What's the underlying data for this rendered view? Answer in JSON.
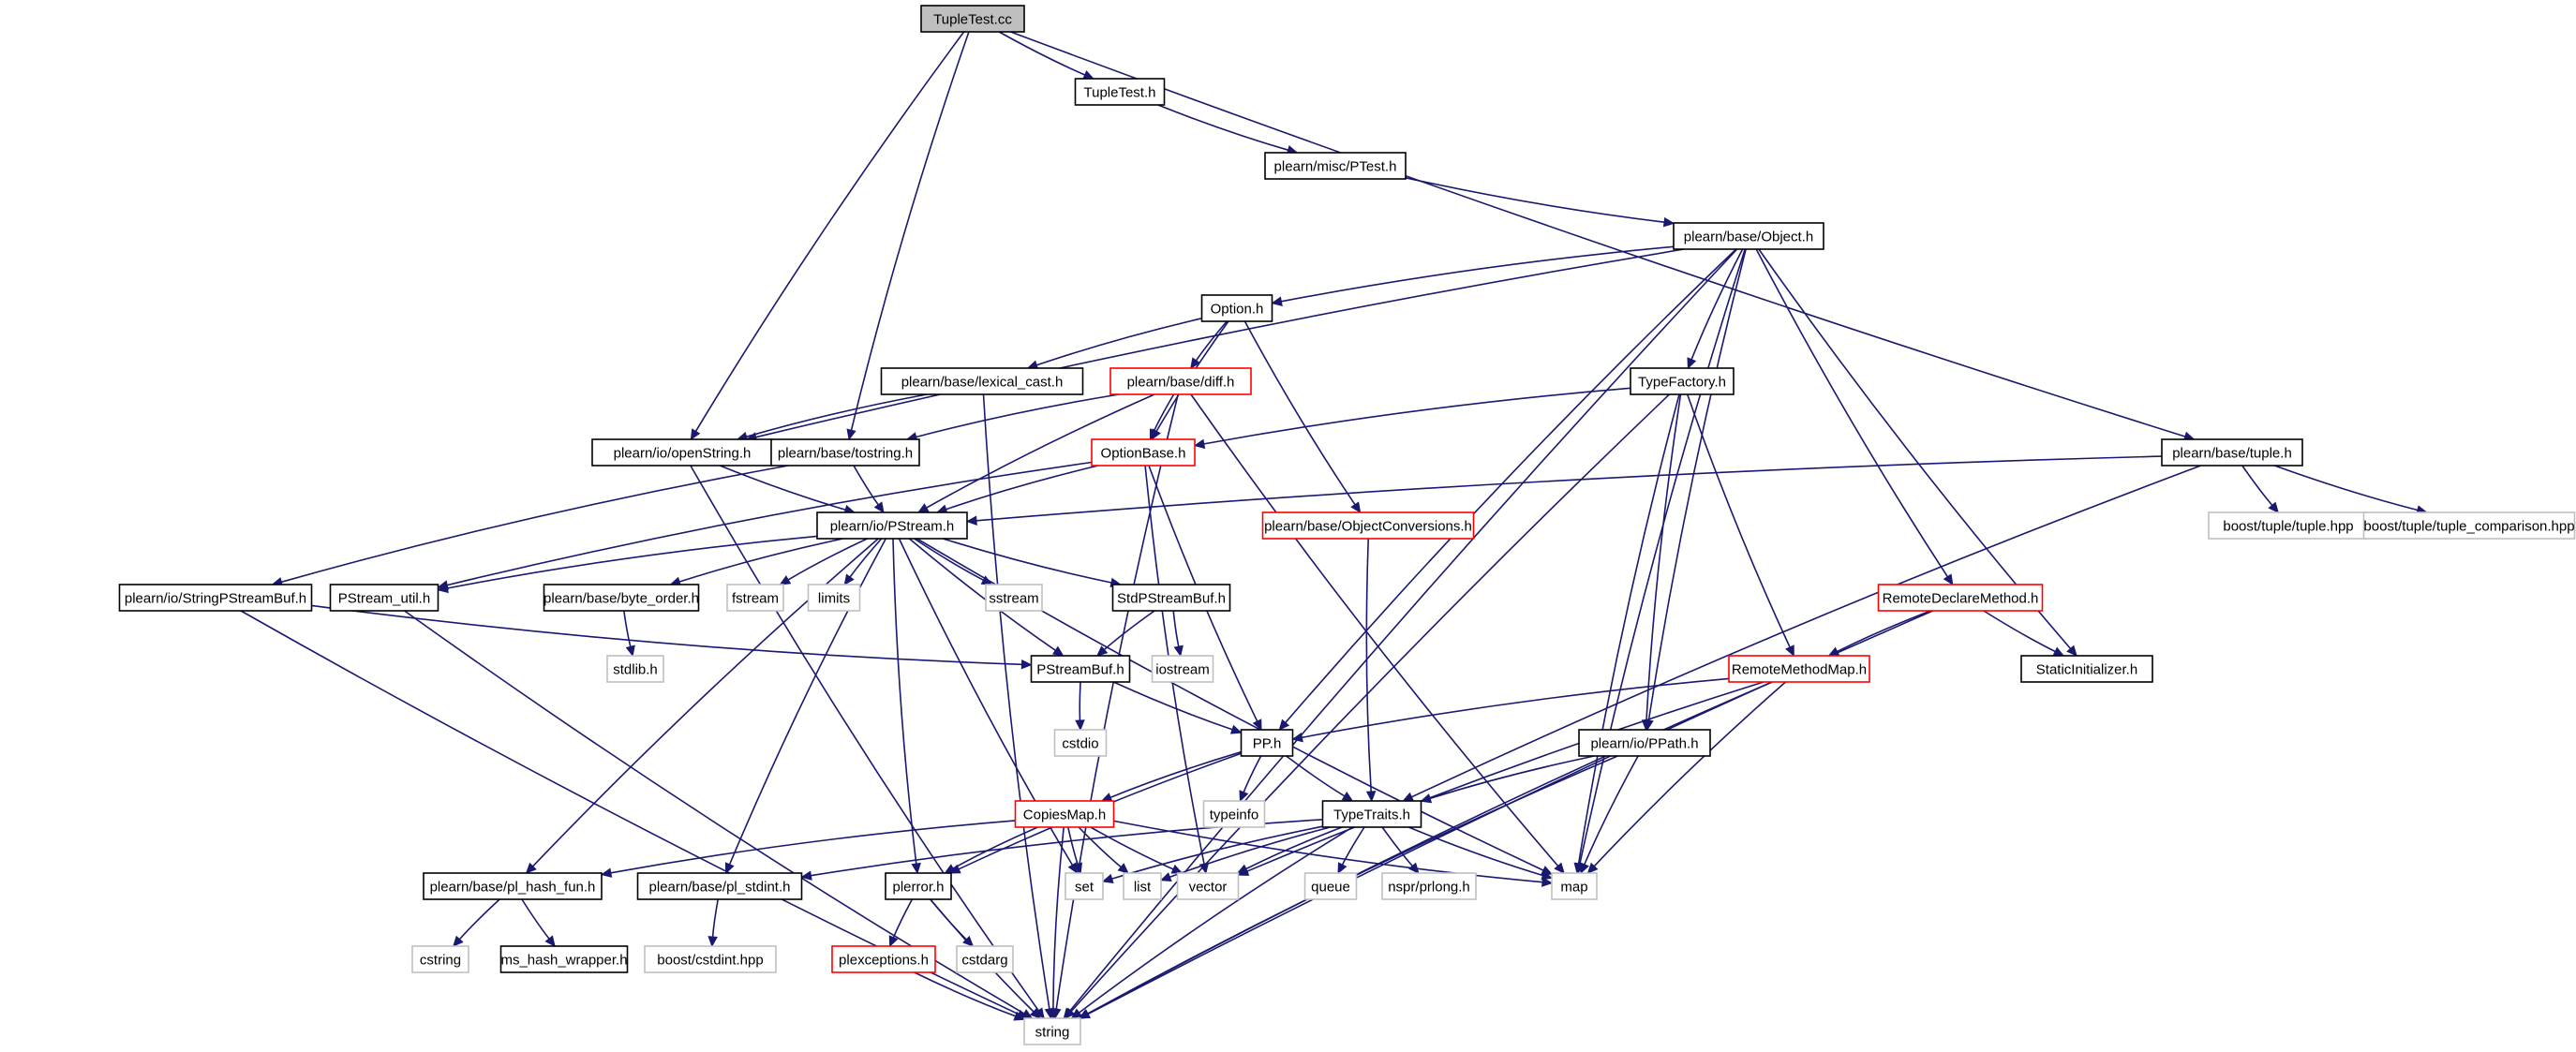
{
  "graph": {
    "styles": {
      "root": {
        "fill": "#bfbfbf",
        "stroke": "#000000",
        "text": "#000000"
      },
      "normal": {
        "fill": "#ffffff",
        "stroke": "#000000",
        "text": "#000000"
      },
      "red": {
        "fill": "#ffffff",
        "stroke": "#ff0000",
        "text": "#000000"
      },
      "external": {
        "fill": "#ffffff",
        "stroke": "#bfbfbf",
        "text": "#000000"
      },
      "edge": "#191970"
    },
    "nodes": [
      {
        "id": "tupletest_cc",
        "label": "TupleTest.cc",
        "style": "root"
      },
      {
        "id": "tupletest_h",
        "label": "TupleTest.h",
        "style": "normal"
      },
      {
        "id": "ptest_h",
        "label": "plearn/misc/PTest.h",
        "style": "normal"
      },
      {
        "id": "object_h",
        "label": "plearn/base/Object.h",
        "style": "normal"
      },
      {
        "id": "option_h",
        "label": "Option.h",
        "style": "normal"
      },
      {
        "id": "lexical_cast_h",
        "label": "plearn/base/lexical_cast.h",
        "style": "normal"
      },
      {
        "id": "diff_h",
        "label": "plearn/base/diff.h",
        "style": "red"
      },
      {
        "id": "typefactory_h",
        "label": "TypeFactory.h",
        "style": "normal"
      },
      {
        "id": "tuple_h",
        "label": "plearn/base/tuple.h",
        "style": "normal"
      },
      {
        "id": "openstring_h",
        "label": "plearn/io/openString.h",
        "style": "normal"
      },
      {
        "id": "tostring_h",
        "label": "plearn/base/tostring.h",
        "style": "normal"
      },
      {
        "id": "optionbase_h",
        "label": "OptionBase.h",
        "style": "red"
      },
      {
        "id": "pstream_h",
        "label": "plearn/io/PStream.h",
        "style": "normal"
      },
      {
        "id": "objectconversions_h",
        "label": "plearn/base/ObjectConversions.h",
        "style": "red"
      },
      {
        "id": "boost_tuple_hpp",
        "label": "boost/tuple/tuple.hpp",
        "style": "external"
      },
      {
        "id": "boost_tuple_cmp_hpp",
        "label": "boost/tuple/tuple_comparison.hpp",
        "style": "external"
      },
      {
        "id": "stringpstreambuf_h",
        "label": "plearn/io/StringPStreamBuf.h",
        "style": "normal"
      },
      {
        "id": "pstream_util_h",
        "label": "PStream_util.h",
        "style": "normal"
      },
      {
        "id": "byte_order_h",
        "label": "plearn/base/byte_order.h",
        "style": "normal"
      },
      {
        "id": "fstream",
        "label": "fstream",
        "style": "external"
      },
      {
        "id": "limits",
        "label": "limits",
        "style": "external"
      },
      {
        "id": "sstream",
        "label": "sstream",
        "style": "external"
      },
      {
        "id": "stdpstreambuf_h",
        "label": "StdPStreamBuf.h",
        "style": "normal"
      },
      {
        "id": "remotedeclaremethod_h",
        "label": "RemoteDeclareMethod.h",
        "style": "red"
      },
      {
        "id": "stdlib_h",
        "label": "stdlib.h",
        "style": "external"
      },
      {
        "id": "iostream",
        "label": "iostream",
        "style": "external"
      },
      {
        "id": "pstreambuf_h",
        "label": "PStreamBuf.h",
        "style": "normal"
      },
      {
        "id": "remotemethodmap_h",
        "label": "RemoteMethodMap.h",
        "style": "red"
      },
      {
        "id": "staticinitializer_h",
        "label": "StaticInitializer.h",
        "style": "normal"
      },
      {
        "id": "cstdio",
        "label": "cstdio",
        "style": "external"
      },
      {
        "id": "pp_h",
        "label": "PP.h",
        "style": "normal"
      },
      {
        "id": "ppath_h",
        "label": "plearn/io/PPath.h",
        "style": "normal"
      },
      {
        "id": "copiesmap_h",
        "label": "CopiesMap.h",
        "style": "red"
      },
      {
        "id": "typeinfo",
        "label": "typeinfo",
        "style": "external"
      },
      {
        "id": "typetraits_h",
        "label": "TypeTraits.h",
        "style": "normal"
      },
      {
        "id": "pl_hash_fun_h",
        "label": "plearn/base/pl_hash_fun.h",
        "style": "normal"
      },
      {
        "id": "pl_stdint_h",
        "label": "plearn/base/pl_stdint.h",
        "style": "normal"
      },
      {
        "id": "plerror_h",
        "label": "plerror.h",
        "style": "normal"
      },
      {
        "id": "set",
        "label": "set",
        "style": "external"
      },
      {
        "id": "list",
        "label": "list",
        "style": "external"
      },
      {
        "id": "vector",
        "label": "vector",
        "style": "external"
      },
      {
        "id": "queue",
        "label": "queue",
        "style": "external"
      },
      {
        "id": "nspr_prlong_h",
        "label": "nspr/prlong.h",
        "style": "external"
      },
      {
        "id": "map",
        "label": "map",
        "style": "external"
      },
      {
        "id": "cstring",
        "label": "cstring",
        "style": "external"
      },
      {
        "id": "ms_hash_wrapper_h",
        "label": "ms_hash_wrapper.h",
        "style": "normal"
      },
      {
        "id": "boost_cstdint_hpp",
        "label": "boost/cstdint.hpp",
        "style": "external"
      },
      {
        "id": "plexceptions_h",
        "label": "plexceptions.h",
        "style": "red"
      },
      {
        "id": "cstdarg",
        "label": "cstdarg",
        "style": "external"
      },
      {
        "id": "string",
        "label": "string",
        "style": "external"
      }
    ],
    "edges": [
      [
        "tupletest_cc",
        "tupletest_h"
      ],
      [
        "tupletest_cc",
        "openstring_h"
      ],
      [
        "tupletest_cc",
        "tostring_h"
      ],
      [
        "tupletest_cc",
        "tuple_h"
      ],
      [
        "tupletest_h",
        "ptest_h"
      ],
      [
        "ptest_h",
        "object_h"
      ],
      [
        "object_h",
        "option_h"
      ],
      [
        "object_h",
        "openstring_h"
      ],
      [
        "object_h",
        "typefactory_h"
      ],
      [
        "object_h",
        "pp_h"
      ],
      [
        "object_h",
        "ppath_h"
      ],
      [
        "object_h",
        "map"
      ],
      [
        "object_h",
        "remotedeclaremethod_h"
      ],
      [
        "object_h",
        "staticinitializer_h"
      ],
      [
        "object_h",
        "string"
      ],
      [
        "option_h",
        "lexical_cast_h"
      ],
      [
        "option_h",
        "diff_h"
      ],
      [
        "option_h",
        "optionbase_h"
      ],
      [
        "option_h",
        "objectconversions_h"
      ],
      [
        "lexical_cast_h",
        "openstring_h"
      ],
      [
        "lexical_cast_h",
        "string"
      ],
      [
        "diff_h",
        "optionbase_h"
      ],
      [
        "diff_h",
        "tostring_h"
      ],
      [
        "diff_h",
        "pstream_h"
      ],
      [
        "diff_h",
        "map"
      ],
      [
        "diff_h",
        "string"
      ],
      [
        "typefactory_h",
        "optionbase_h"
      ],
      [
        "typefactory_h",
        "ppath_h"
      ],
      [
        "typefactory_h",
        "map"
      ],
      [
        "typefactory_h",
        "remotemethodmap_h"
      ],
      [
        "typefactory_h",
        "string"
      ],
      [
        "tuple_h",
        "pstream_h"
      ],
      [
        "tuple_h",
        "boost_tuple_hpp"
      ],
      [
        "tuple_h",
        "boost_tuple_cmp_hpp"
      ],
      [
        "tuple_h",
        "typetraits_h"
      ],
      [
        "openstring_h",
        "pstream_h"
      ],
      [
        "openstring_h",
        "string"
      ],
      [
        "tostring_h",
        "pstream_h"
      ],
      [
        "tostring_h",
        "stringpstreambuf_h"
      ],
      [
        "optionbase_h",
        "pstream_h"
      ],
      [
        "optionbase_h",
        "pp_h"
      ],
      [
        "optionbase_h",
        "vector"
      ],
      [
        "optionbase_h",
        "pstream_util_h"
      ],
      [
        "objectconversions_h",
        "typetraits_h"
      ],
      [
        "pstream_h",
        "pstream_util_h"
      ],
      [
        "pstream_h",
        "byte_order_h"
      ],
      [
        "pstream_h",
        "fstream"
      ],
      [
        "pstream_h",
        "limits"
      ],
      [
        "pstream_h",
        "sstream"
      ],
      [
        "pstream_h",
        "stdpstreambuf_h"
      ],
      [
        "pstream_h",
        "pstreambuf_h"
      ],
      [
        "pstream_h",
        "map"
      ],
      [
        "pstream_h",
        "set"
      ],
      [
        "pstream_h",
        "plerror_h"
      ],
      [
        "pstream_h",
        "pl_hash_fun_h"
      ],
      [
        "pstream_h",
        "pl_stdint_h"
      ],
      [
        "stringpstreambuf_h",
        "pstreambuf_h"
      ],
      [
        "stringpstreambuf_h",
        "string"
      ],
      [
        "pstream_util_h",
        "string"
      ],
      [
        "byte_order_h",
        "stdlib_h"
      ],
      [
        "stdpstreambuf_h",
        "pstreambuf_h"
      ],
      [
        "stdpstreambuf_h",
        "iostream"
      ],
      [
        "pstreambuf_h",
        "cstdio"
      ],
      [
        "pstreambuf_h",
        "pp_h"
      ],
      [
        "remotedeclaremethod_h",
        "remotemethodmap_h"
      ],
      [
        "remotedeclaremethod_h",
        "staticinitializer_h"
      ],
      [
        "remotedeclaremethod_h",
        "string"
      ],
      [
        "remotemethodmap_h",
        "pp_h"
      ],
      [
        "remotemethodmap_h",
        "map"
      ],
      [
        "remotemethodmap_h",
        "vector"
      ],
      [
        "remotemethodmap_h",
        "string"
      ],
      [
        "pp_h",
        "copiesmap_h"
      ],
      [
        "pp_h",
        "typeinfo"
      ],
      [
        "pp_h",
        "typetraits_h"
      ],
      [
        "pp_h",
        "plerror_h"
      ],
      [
        "ppath_h",
        "typetraits_h"
      ],
      [
        "ppath_h",
        "map"
      ],
      [
        "ppath_h",
        "string"
      ],
      [
        "copiesmap_h",
        "pl_hash_fun_h"
      ],
      [
        "copiesmap_h",
        "plerror_h"
      ],
      [
        "copiesmap_h",
        "set"
      ],
      [
        "copiesmap_h",
        "list"
      ],
      [
        "copiesmap_h",
        "vector"
      ],
      [
        "copiesmap_h",
        "map"
      ],
      [
        "copiesmap_h",
        "string"
      ],
      [
        "typetraits_h",
        "pl_stdint_h"
      ],
      [
        "typetraits_h",
        "set"
      ],
      [
        "typetraits_h",
        "list"
      ],
      [
        "typetraits_h",
        "vector"
      ],
      [
        "typetraits_h",
        "queue"
      ],
      [
        "typetraits_h",
        "nspr_prlong_h"
      ],
      [
        "typetraits_h",
        "map"
      ],
      [
        "typetraits_h",
        "string"
      ],
      [
        "pl_hash_fun_h",
        "cstring"
      ],
      [
        "pl_hash_fun_h",
        "ms_hash_wrapper_h"
      ],
      [
        "pl_stdint_h",
        "boost_cstdint_hpp"
      ],
      [
        "plerror_h",
        "plexceptions_h"
      ],
      [
        "plerror_h",
        "cstdarg"
      ],
      [
        "plerror_h",
        "string"
      ],
      [
        "plexceptions_h",
        "string"
      ]
    ]
  }
}
